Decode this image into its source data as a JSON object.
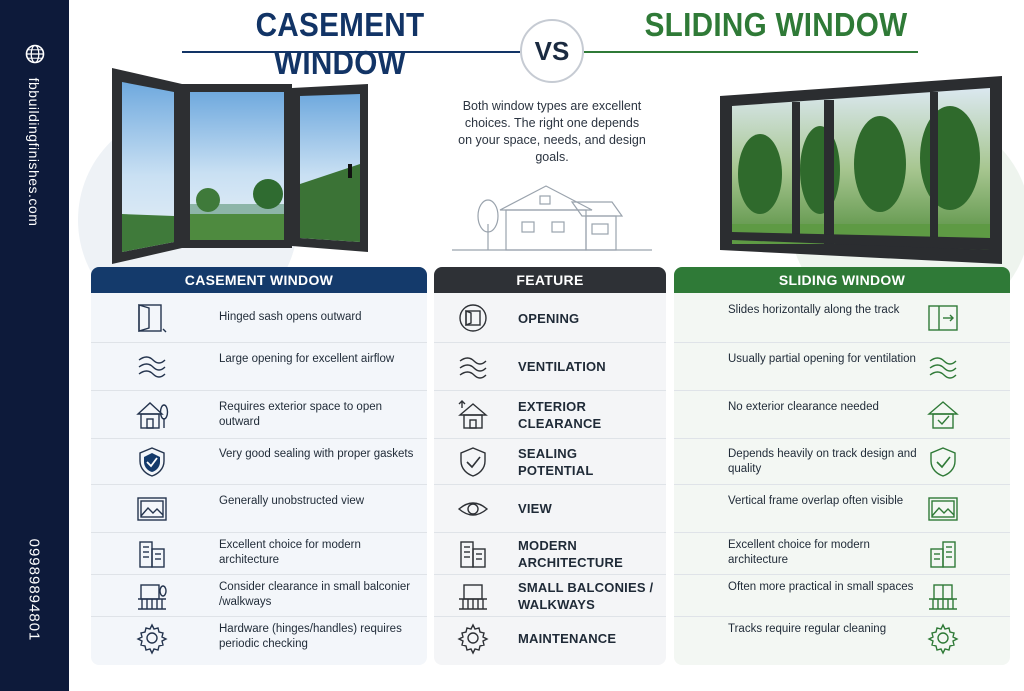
{
  "sidebar": {
    "website": "fbbuildingfinishes.com",
    "phone": "09989894801"
  },
  "header": {
    "left_title": "CASEMENT WINDOW",
    "vs": "VS",
    "right_title": "SLIDING WINDOW"
  },
  "intro": "Both window types are excellent choices. The right one depends on your space, needs, and design goals.",
  "colors": {
    "casement": "#143a6b",
    "feature": "#2e3136",
    "sliding": "#2f7a37"
  },
  "table": {
    "casement_header": "CASEMENT WINDOW",
    "feature_header": "FEATURE",
    "sliding_header": "SLIDING WINDOW",
    "rows": [
      {
        "casement": "Hinged sash opens outward",
        "feature": "OPENING",
        "sliding": "Slides horizontally along the track",
        "icon": "window-open-icon"
      },
      {
        "casement": "Large opening for excellent airflow",
        "feature": "VENTILATION",
        "sliding": "Usually partial opening for ventilation",
        "icon": "wind-icon"
      },
      {
        "casement": "Requires exterior space to open outward",
        "feature": "EXTERIOR CLEARANCE",
        "sliding": "No exterior clearance needed",
        "icon": "house-icon"
      },
      {
        "casement": "Very good sealing with proper gaskets",
        "feature": "SEALING POTENTIAL",
        "sliding": "Depends heavily on track design and quality",
        "icon": "shield-check-icon"
      },
      {
        "casement": "Generally unobstructed view",
        "feature": "VIEW",
        "sliding": "Vertical frame overlap often visible",
        "icon": "eye-icon"
      },
      {
        "casement": "Excellent choice for modern architecture",
        "feature": "MODERN ARCHITECTURE",
        "sliding": "Excellent choice for modern architecture",
        "icon": "building-icon"
      },
      {
        "casement": "Consider clearance in small balconier /walkways",
        "feature": "SMALL BALCONIES / WALKWAYS",
        "sliding": "Often more practical in small spaces",
        "icon": "balcony-icon"
      },
      {
        "casement": "Hardware (hinges/handles) requires periodic checking",
        "feature": "MAINTENANCE",
        "sliding": "Tracks require regular cleaning",
        "icon": "gear-icon"
      }
    ]
  }
}
